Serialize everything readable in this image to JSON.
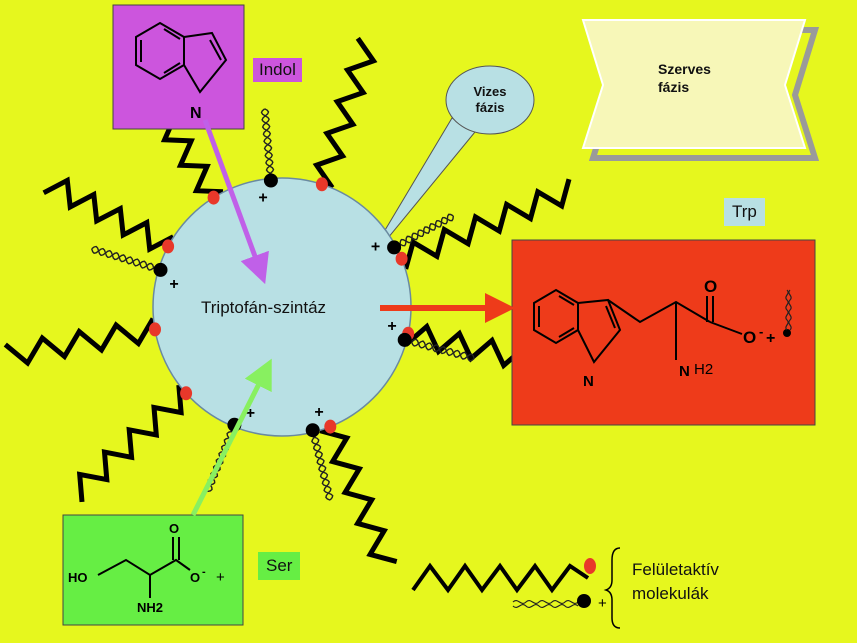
{
  "labels": {
    "indol": "Indol",
    "trp": "Trp",
    "ser": "Ser",
    "enzyme": "Triptofán-szintáz",
    "aqueous_line1": "Vizes",
    "aqueous_line2": "fázis",
    "organic_line1": "Szerves",
    "organic_line2": "fázis",
    "legend_line1": "Felületaktív",
    "legend_line2": "molekulák"
  },
  "structures": {
    "indol_N": "N",
    "trp_N": "N",
    "trp_O": "O",
    "trp_Ominus": "O",
    "trp_minus": "-",
    "trp_plus": "+",
    "trp_NH": "N",
    "trp_H2": "H2",
    "ser_HO": "HO",
    "ser_O": "O",
    "ser_Ominus": "O",
    "ser_minus": "-",
    "ser_plus": "+",
    "ser_NH2": "NH2",
    "legend_plus": "+"
  },
  "colors": {
    "background": "#e6f71e",
    "micelle": "#b8e0e4",
    "indol_box": "#cc55dd",
    "trp_box": "#ee3b1a",
    "ser_box": "#66ee44",
    "arrow_indol": "#c060e8",
    "arrow_ser": "#88f060",
    "arrow_trp": "#ee3b1a",
    "head_group": "#e8382a",
    "head_cationic": "#000000"
  }
}
